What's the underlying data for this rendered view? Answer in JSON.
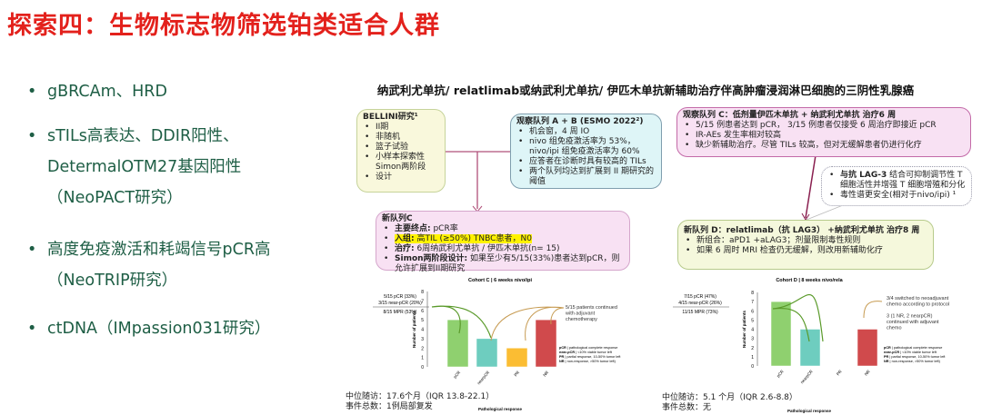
{
  "title": "探索四：生物标志物筛选铂类适合人群",
  "left_bullets": [
    "gBRCAm、HRD",
    "sTILs高表达、DDIR阳性、",
    "DetermalOTM27基因阳性",
    "（NeoPACT研究）",
    "高度免疫激活和耗竭信号pCR高",
    "（NeoTRIP研究）",
    "ctDNA（IMpassion031研究）"
  ],
  "right_title": "纳武利尤单抗/ relatlimab或纳武利尤单抗/ 伊匹木单抗新辅助治疗伴高肿瘤浸润淋巴细胞的三阴性乳腺癌",
  "bellini": {
    "heading": "BELLINI研究¹",
    "items": [
      "II期",
      "非随机",
      "篮子试验",
      "小样本探索性 Simon两阶段",
      "设计"
    ]
  },
  "cohort_ab": {
    "heading": "观察队列 A + B (ESMO 2022²)",
    "items": [
      "机会窗，4 周 IO",
      "nivo 组免疫激活率为 53%，nivo/ipi 组免疫激活率为 60%",
      "应答者在诊断时具有较高的 TILs",
      "两个队列均达到扩展到 II 期研究的阈值"
    ]
  },
  "new_cohort_c": {
    "heading": "新队列C",
    "items": [
      {
        "label": "主要终点:",
        "text": " pCR率"
      },
      {
        "label": "入组:",
        "text": " 高TIL (≥50%) TNBC患者，N0"
      },
      {
        "label": "治疗:",
        "text": " 6周纳武利尤单抗 / 伊匹木单抗(n= 15)"
      },
      {
        "label": "Simon两阶段设计:",
        "text": " 如果至少有5/15(33%)患者达到pCR，则允许扩展到II期研究"
      }
    ]
  },
  "obs_cohort_c": {
    "heading": "观察队列 C：低剂量伊匹木单抗 + 纳武利尤单抗 治疗6 周",
    "items": [
      "5/15 例患者达到 pCR， 3/15 例患者仅接受 6 周治疗即接近 pCR",
      "IR-AEs 发生率相对较高",
      "缺少新辅助治疗。尽管 TILs 较高，但对无缓解患者仍进行化疗"
    ]
  },
  "lag3": {
    "items": [
      {
        "label": "与抗 LAG-3",
        "text": " 结合可抑制调节性 T 细胞活性并增强 T 细胞增殖和分化"
      },
      {
        "label": "",
        "text": "毒性谱更安全(相对于nivo/ipi) ¹"
      }
    ]
  },
  "new_cohort_d": {
    "heading": "新队列 D：relatlimab（抗 LAG3） +纳武利尤单抗 治疗8 周",
    "items": [
      "新组合：aPD1 +aLAG3；剂量限制毒性规则",
      "如果 6 周时 MRI 检查仍无缓解，则改用新辅助化疗"
    ]
  },
  "footer_c": {
    "followup": "中位随访：17.6个月（IQR 13.8-22.1）",
    "events": "事件总数：1例局部复发"
  },
  "footer_d": {
    "followup": "中位随访：5.1 个月（IQR 2.6-8.8）",
    "events": "事件总数：无"
  },
  "chart_data": [
    {
      "type": "bar",
      "title": "Cohort C | 6 weeks nivo/ipi",
      "xlabel": "Pathological response",
      "ylabel": "Number of patients",
      "ylim": [
        0,
        8
      ],
      "categories": [
        "pCR",
        "nearpCR",
        "PR",
        "NR"
      ],
      "values": [
        5,
        3,
        2,
        5
      ],
      "colors": [
        "#8fd06f",
        "#6ecdbf",
        "#fbbd33",
        "#d04a4c"
      ],
      "annotations_left": [
        "5/15 pCR (33%)",
        "3/15 near-pCR (20%)",
        "8/15 MPR (53%)"
      ],
      "annotations_right": [
        "5/15 patients continued",
        "with adjuvant",
        "chemotherapy"
      ],
      "legend": [
        [
          "pCR",
          "| pathological complete response"
        ],
        [
          "near-pCR",
          "| <10% viable tumor left"
        ],
        [
          "PR",
          "| partial response, 10-50% tumor left"
        ],
        [
          "NR",
          "| non-response, >50% tumor left)"
        ]
      ]
    },
    {
      "type": "bar",
      "title": "Cohort D | 8 weeks nivo/rela",
      "xlabel": "Pathological response",
      "ylabel": "Number of patients",
      "ylim": [
        0,
        8
      ],
      "categories": [
        "pCR",
        "nearpCR",
        "PR",
        "NR"
      ],
      "values": [
        7,
        4,
        0,
        4
      ],
      "colors": [
        "#8fd06f",
        "#6ecdbf",
        "#fbbd33",
        "#d04a4c"
      ],
      "annotations_left": [
        "7/15 pCR (47%)",
        "4/15 near-pCR (26%)",
        "11/15 MPR (73%)"
      ],
      "annotations_right": [
        "3/4 switched to neoadjuvant",
        "chemo according to protocol",
        "",
        "3 (1 NR, 2 nearpCR)",
        "continued with adjuvant",
        "chemo"
      ],
      "legend": [
        [
          "pCR",
          "| pathological complete response"
        ],
        [
          "near-pCR",
          "| <10% viable tumor left"
        ],
        [
          "PR",
          "| partial response, 10-50% tumor left"
        ],
        [
          "NR",
          "| non-response, >50% tumor left)"
        ]
      ]
    }
  ]
}
